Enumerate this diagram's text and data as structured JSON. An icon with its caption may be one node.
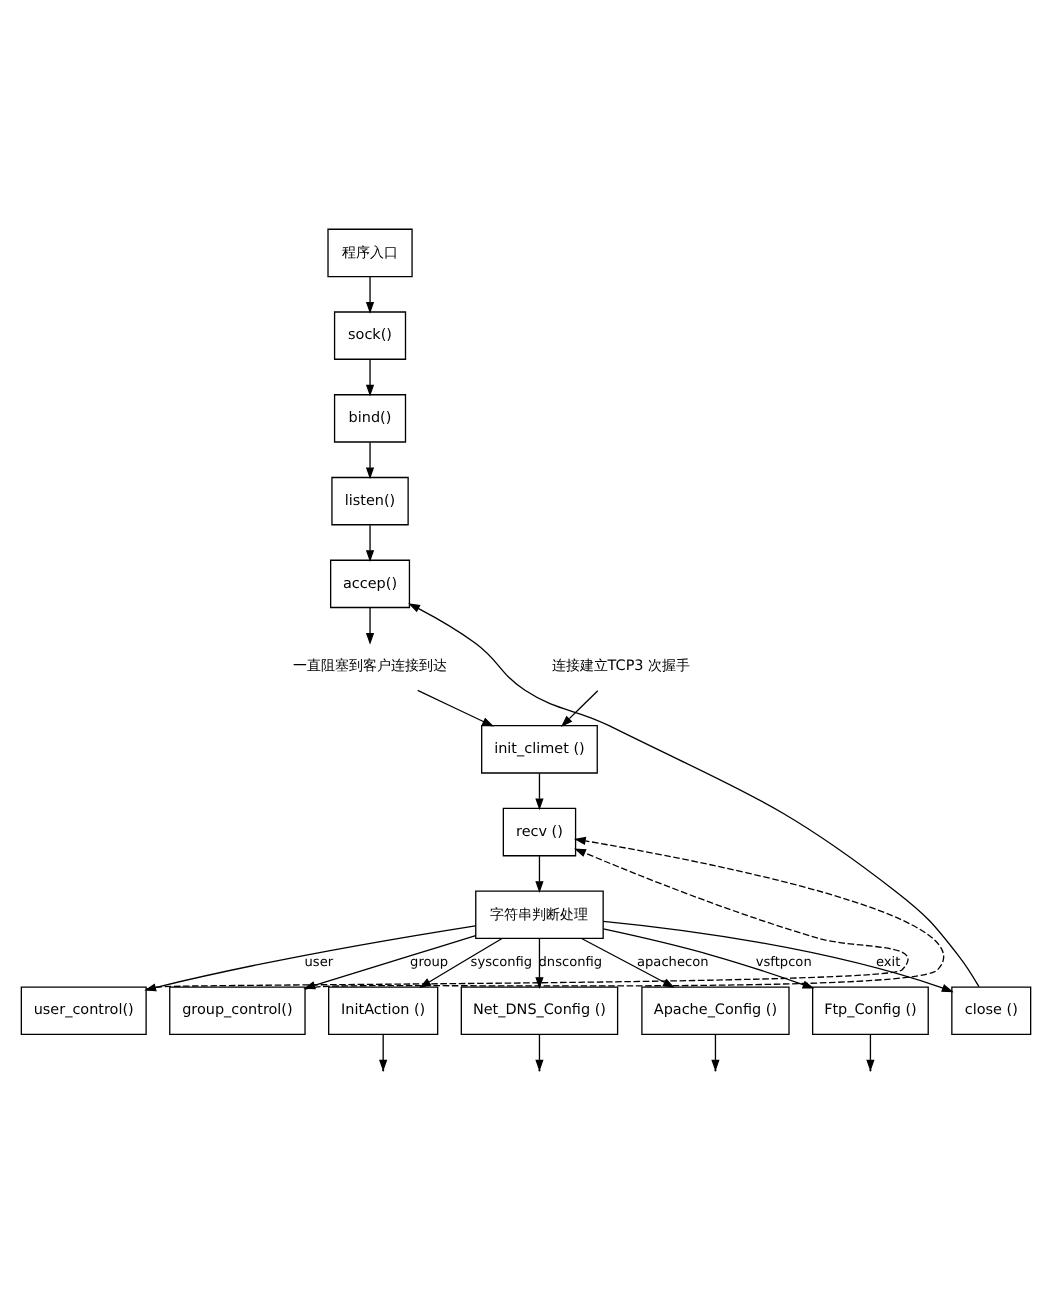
{
  "diagram": {
    "nodes": [
      {
        "text": [
          "程序入口"
        ]
      },
      {
        "text": [
          "sock()"
        ]
      },
      {
        "text": [
          "bind()"
        ]
      },
      {
        "text": [
          "listen()"
        ]
      },
      {
        "text": [
          "accep()"
        ]
      },
      {
        "text": [
          "一直阻塞到客户连接到达"
        ]
      },
      {
        "text": [
          "连接建立TCP3 次握手"
        ]
      },
      {
        "text": [
          "init_climet ()"
        ]
      },
      {
        "text": [
          "recv ()"
        ]
      },
      {
        "text": [
          "字符串判断处理"
        ]
      },
      {
        "text": [
          "user_control()"
        ]
      },
      {
        "text": [
          "group_control()"
        ]
      },
      {
        "text": [
          "InitAction ()"
        ]
      },
      {
        "text": [
          "Net_DNS_Config ()"
        ]
      },
      {
        "text": [
          "Apache_Config ()"
        ]
      },
      {
        "text": [
          "Ftp_Config ()"
        ]
      },
      {
        "text": [
          "close ()"
        ]
      }
    ],
    "edges": [
      {
        "from": 0,
        "to": 1,
        "arrow": "to"
      },
      {
        "from": 1,
        "to": 2,
        "arrow": "to"
      },
      {
        "from": 2,
        "to": 3,
        "arrow": "to"
      },
      {
        "from": 3,
        "to": 4,
        "arrow": "to"
      },
      {
        "from": 4,
        "to": 5,
        "arrow": "to"
      },
      {
        "from": 5,
        "to": 7,
        "arrow": "to"
      },
      {
        "from": 6,
        "to": 7,
        "arrow": "to"
      },
      {
        "from": 7,
        "to": 8,
        "arrow": "to"
      },
      {
        "from": 8,
        "to": 9,
        "arrow": "to"
      },
      {
        "from": 9,
        "to": 10,
        "arrow": "to",
        "label": "user"
      },
      {
        "from": 9,
        "to": 11,
        "arrow": "to",
        "label": "group"
      },
      {
        "from": 9,
        "to": 12,
        "arrow": "to",
        "label": "sysconfig"
      },
      {
        "from": 9,
        "to": 13,
        "arrow": "to",
        "label": "dnsconfig"
      },
      {
        "from": 9,
        "to": 14,
        "arrow": "to",
        "label": "apachecon"
      },
      {
        "from": 9,
        "to": 15,
        "arrow": "to",
        "label": "vsftpcon"
      },
      {
        "from": 9,
        "to": 16,
        "arrow": "to",
        "label": "exit"
      },
      {
        "from": 16,
        "to": 4,
        "arrow": "to"
      },
      {
        "from": 10,
        "to": 8,
        "arrow": "to",
        "style": "dashed"
      },
      {
        "from": 11,
        "to": 8,
        "arrow": "to",
        "style": "dashed"
      },
      {
        "from": 12,
        "to": null,
        "arrow": "to"
      },
      {
        "from": 13,
        "to": null,
        "arrow": "to"
      },
      {
        "from": 14,
        "to": null,
        "arrow": "to"
      },
      {
        "from": 15,
        "to": null,
        "arrow": "to"
      }
    ]
  }
}
